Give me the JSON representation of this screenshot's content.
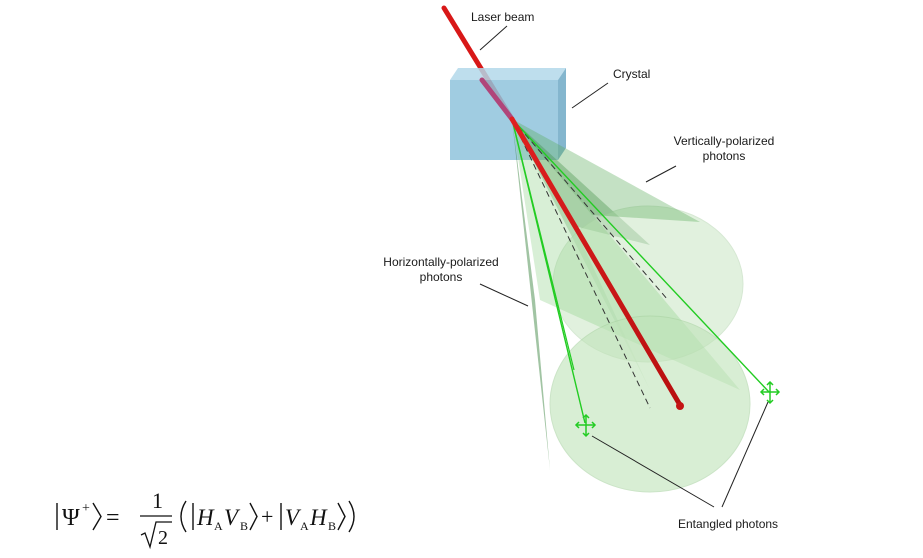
{
  "labels": {
    "laser_beam": "Laser beam",
    "crystal": "Crystal",
    "vertical_line1": "Vertically-polarized",
    "vertical_line2": "photons",
    "horizontal_line1": "Horizontally-polarized",
    "horizontal_line2": "photons",
    "entangled": "Entangled photons"
  },
  "formula": {
    "psi": "Ψ",
    "plus": "+",
    "equals": "=",
    "numerator": "1",
    "denominator_radicand": "2",
    "H": "H",
    "V": "V",
    "sub_A": "A",
    "sub_B": "B",
    "sum": "+"
  },
  "colors": {
    "laser": "#d81818",
    "crystal_front": "#8fc3dc",
    "crystal_side": "#6fa9c6",
    "crystal_top": "#b3d8ea",
    "cone_fill": "#8fd08a",
    "cone_dark": "#3f9a42",
    "marker": "#22cc22"
  }
}
